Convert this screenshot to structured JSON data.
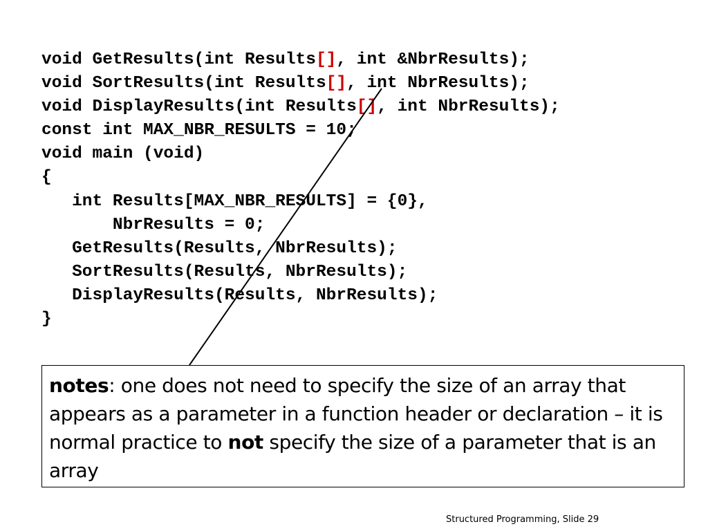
{
  "code": {
    "lines": [
      {
        "segments": [
          {
            "text": "void GetResults(int Results",
            "hl": false
          },
          {
            "text": "[]",
            "hl": true
          },
          {
            "text": ", int &NbrResults);",
            "hl": false
          }
        ]
      },
      {
        "segments": [
          {
            "text": "void SortResults(int Results",
            "hl": false
          },
          {
            "text": "[]",
            "hl": true
          },
          {
            "text": ", int NbrResults);",
            "hl": false
          }
        ]
      },
      {
        "segments": [
          {
            "text": "void DisplayResults(int Results",
            "hl": false
          },
          {
            "text": "[]",
            "hl": true
          },
          {
            "text": ", int NbrResults);",
            "hl": false
          }
        ]
      },
      {
        "segments": [
          {
            "text": "const int MAX_NBR_RESULTS = 10;",
            "hl": false
          }
        ]
      },
      {
        "segments": [
          {
            "text": "void main (void)",
            "hl": false
          }
        ]
      },
      {
        "segments": [
          {
            "text": "{",
            "hl": false
          }
        ]
      },
      {
        "segments": [
          {
            "text": "   int Results[MAX_NBR_RESULTS] = {0},",
            "hl": false
          }
        ]
      },
      {
        "segments": [
          {
            "text": "       NbrResults = 0;",
            "hl": false
          }
        ]
      },
      {
        "segments": [
          {
            "text": "   GetResults(Results, NbrResults);",
            "hl": false
          }
        ]
      },
      {
        "segments": [
          {
            "text": "   SortResults(Results, NbrResults);",
            "hl": false
          }
        ]
      },
      {
        "segments": [
          {
            "text": "   DisplayResults(Results, NbrResults);",
            "hl": false
          }
        ]
      },
      {
        "segments": [
          {
            "text": "}",
            "hl": false
          }
        ]
      }
    ],
    "highlight_color": "#cc0000"
  },
  "notes": {
    "label": "notes",
    "text_before_not": ": one does not need to specify the size of an array that appears as a parameter in a function header or declaration – it is normal practice to ",
    "emphasis": "not",
    "text_after_not": " specify the size of a parameter that is an array"
  },
  "footer": {
    "text": "Structured Programming, Slide 29"
  }
}
